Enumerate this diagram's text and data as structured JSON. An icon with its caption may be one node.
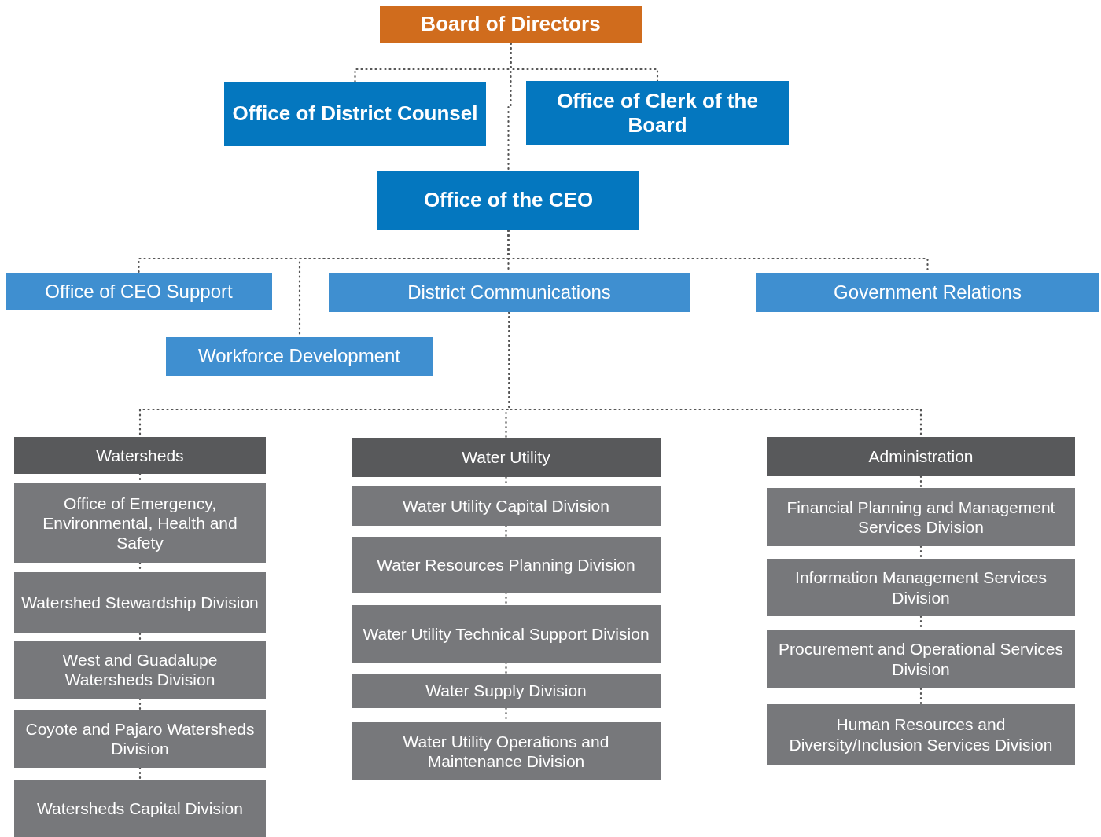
{
  "diagram": {
    "nodes": [
      {
        "text": [
          "Board of Directors"
        ]
      },
      {
        "text": [
          "Office of District Counsel"
        ]
      },
      {
        "text": [
          "Office of Clerk of the Board"
        ]
      },
      {
        "text": [
          "Office of the CEO"
        ]
      },
      {
        "text": [
          "Office of CEO Support"
        ]
      },
      {
        "text": [
          "District Communications"
        ]
      },
      {
        "text": [
          "Government Relations"
        ]
      },
      {
        "text": [
          "Workforce Development"
        ]
      },
      {
        "text": [
          "Watersheds"
        ]
      },
      {
        "text": [
          "Office of Emergency, Environmental, Health and Safety"
        ]
      },
      {
        "text": [
          "Watershed Stewardship Division"
        ]
      },
      {
        "text": [
          "West and Guadalupe Watersheds Division"
        ]
      },
      {
        "text": [
          "Coyote and Pajaro Watersheds Division"
        ]
      },
      {
        "text": [
          "Watersheds Capital Division"
        ]
      },
      {
        "text": [
          "Water Utility"
        ]
      },
      {
        "text": [
          "Water Utility Capital Division"
        ]
      },
      {
        "text": [
          "Water Resources Planning Division"
        ]
      },
      {
        "text": [
          "Water Utility Technical Support Division"
        ]
      },
      {
        "text": [
          "Water Supply Division"
        ]
      },
      {
        "text": [
          "Water Utility Operations and Maintenance Division"
        ]
      },
      {
        "text": [
          "Administration"
        ]
      },
      {
        "text": [
          "Financial Planning and Management Services Division"
        ]
      },
      {
        "text": [
          "Information Management Services Division"
        ]
      },
      {
        "text": [
          "Procurement and Operational Services Division"
        ]
      },
      {
        "text": [
          "Human Resources and Diversity/Inclusion Services Division"
        ]
      }
    ],
    "edges": [
      {
        "from": 0,
        "to": 1,
        "arrow": "none",
        "style": "dashed"
      },
      {
        "from": 0,
        "to": 2,
        "arrow": "none",
        "style": "dashed"
      },
      {
        "from": 0,
        "to": 3,
        "arrow": "none",
        "style": "dashed"
      },
      {
        "from": 3,
        "to": 4,
        "arrow": "none",
        "style": "dashed"
      },
      {
        "from": 3,
        "to": 5,
        "arrow": "none",
        "style": "dashed"
      },
      {
        "from": 3,
        "to": 6,
        "arrow": "none",
        "style": "dashed"
      },
      {
        "from": 3,
        "to": 7,
        "arrow": "none",
        "style": "dashed"
      },
      {
        "from": 5,
        "to": 8,
        "arrow": "none",
        "style": "dashed"
      },
      {
        "from": 5,
        "to": 14,
        "arrow": "none",
        "style": "dashed"
      },
      {
        "from": 5,
        "to": 20,
        "arrow": "none",
        "style": "dashed"
      },
      {
        "from": 8,
        "to": 9,
        "arrow": "none",
        "style": "dashed"
      },
      {
        "from": 9,
        "to": 10,
        "arrow": "none",
        "style": "dashed"
      },
      {
        "from": 10,
        "to": 11,
        "arrow": "none",
        "style": "dashed"
      },
      {
        "from": 11,
        "to": 12,
        "arrow": "none",
        "style": "dashed"
      },
      {
        "from": 12,
        "to": 13,
        "arrow": "none",
        "style": "dashed"
      },
      {
        "from": 14,
        "to": 15,
        "arrow": "none",
        "style": "dashed"
      },
      {
        "from": 15,
        "to": 16,
        "arrow": "none",
        "style": "dashed"
      },
      {
        "from": 16,
        "to": 17,
        "arrow": "none",
        "style": "dashed"
      },
      {
        "from": 17,
        "to": 18,
        "arrow": "none",
        "style": "dashed"
      },
      {
        "from": 18,
        "to": 19,
        "arrow": "none",
        "style": "dashed"
      },
      {
        "from": 20,
        "to": 21,
        "arrow": "none",
        "style": "dashed"
      },
      {
        "from": 21,
        "to": 22,
        "arrow": "none",
        "style": "dashed"
      },
      {
        "from": 22,
        "to": 23,
        "arrow": "none",
        "style": "dashed"
      },
      {
        "from": 23,
        "to": 24,
        "arrow": "none",
        "style": "dashed"
      }
    ]
  }
}
